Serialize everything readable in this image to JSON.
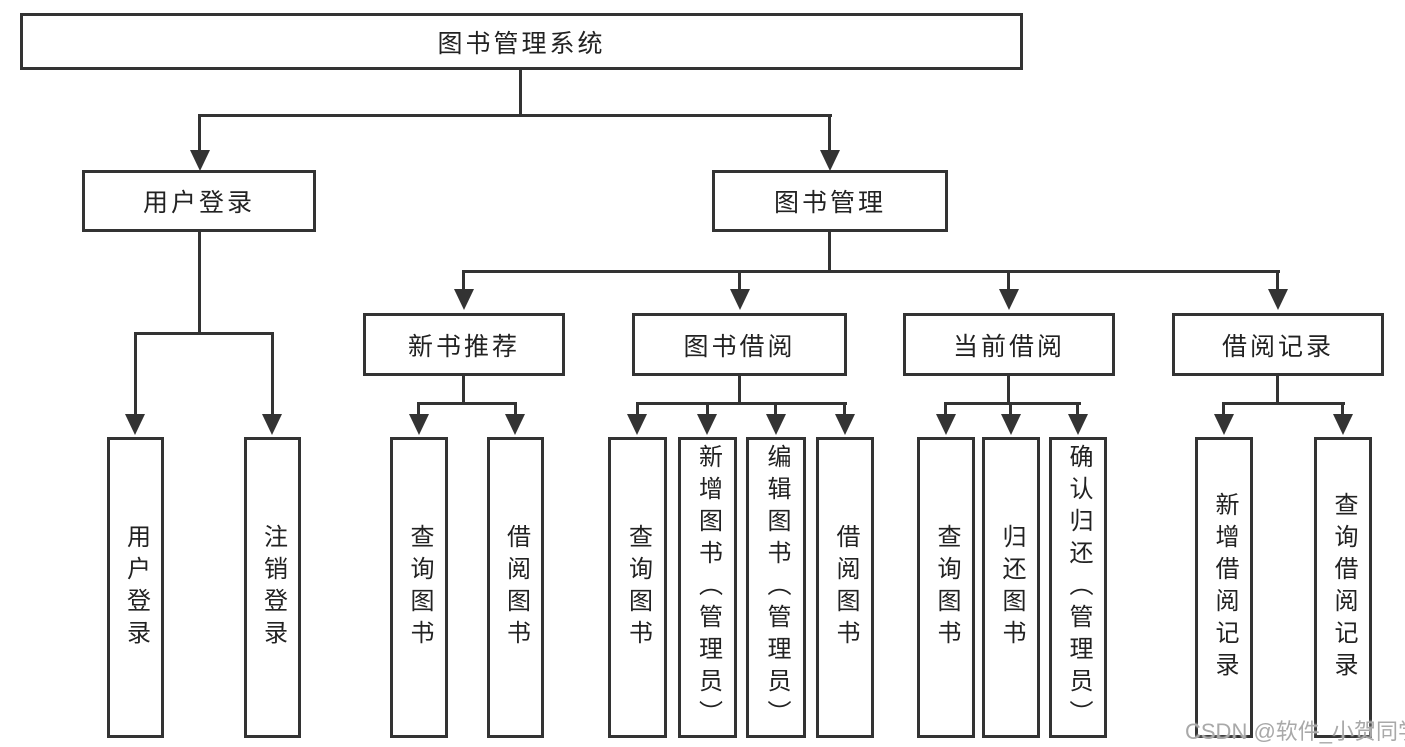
{
  "diagram": {
    "root": {
      "label": "图书管理系统"
    },
    "level2": {
      "user_login": {
        "label": "用户登录"
      },
      "book_management": {
        "label": "图书管理"
      }
    },
    "level3": {
      "new_book_recommend": {
        "label": "新书推荐"
      },
      "book_borrow": {
        "label": "图书借阅"
      },
      "current_borrow": {
        "label": "当前借阅"
      },
      "borrow_records": {
        "label": "借阅记录"
      }
    },
    "leaves": {
      "user_login": [
        "用户登录",
        "注销登录"
      ],
      "new_book_recommend": [
        "查询图书",
        "借阅图书"
      ],
      "book_borrow": [
        "查询图书",
        "新增图书（管理员）",
        "编辑图书（管理员）",
        "借阅图书"
      ],
      "current_borrow": [
        "查询图书",
        "归还图书",
        "确认归还（管理员）"
      ],
      "borrow_records": [
        "新增借阅记录",
        "查询借阅记录"
      ]
    },
    "watermark": "CSDN @软件_小贺同学",
    "colors": {
      "line": "#333333",
      "border": "#333333",
      "text": "#222222",
      "watermark": "#a9a9a9",
      "background": "#ffffff"
    }
  }
}
